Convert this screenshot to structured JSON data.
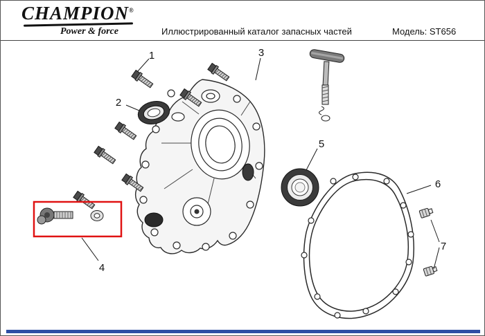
{
  "header": {
    "brand": {
      "name": "CHAMPION",
      "reg": "®",
      "tagline": "Power & force"
    },
    "title": "Иллюстрированный каталог запасных частей",
    "model": "Модель: ST656"
  },
  "diagram": {
    "callouts": [
      "1",
      "2",
      "3",
      "4",
      "5",
      "6",
      "7"
    ],
    "highlight_color": "#e01212"
  },
  "footer": {
    "bar_color": "#2e4ea4"
  }
}
